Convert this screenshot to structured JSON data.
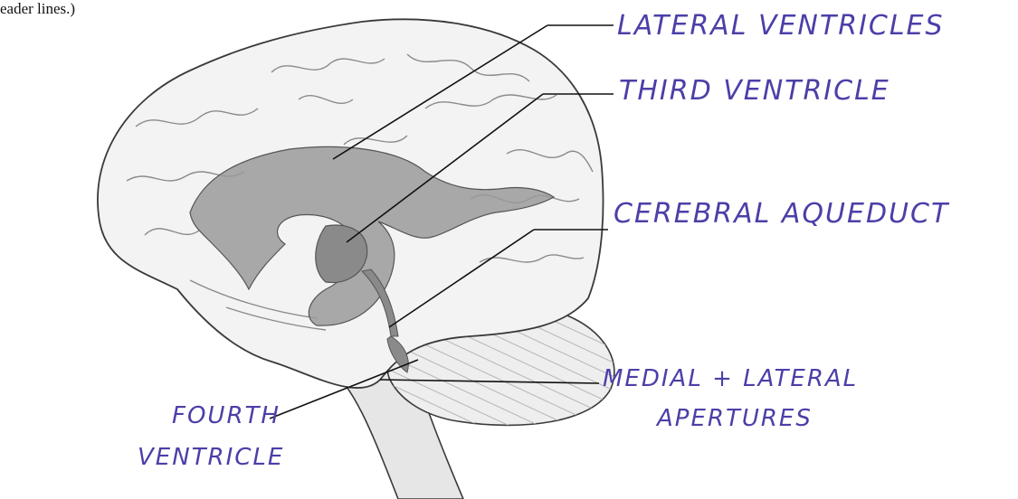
{
  "header": {
    "caption_fragment": "eader lines.)"
  },
  "labels": {
    "lateral_ventricles": "LATERAL VENTRICLES",
    "third_ventricle": "THIRD VENTRICLE",
    "cerebral_aqueduct": "CEREBRAL AQUEDUCT",
    "medial_lateral_line1": "MEDIAL + LATERAL",
    "medial_lateral_line2": "APERTURES",
    "fourth_line1": "FOURTH",
    "fourth_line2": "VENTRICLE"
  },
  "colors": {
    "handwriting": "#4b3fa8",
    "brain_fill": "#f3f3f3",
    "ventricle_fill": "#9a9a9a",
    "outline": "#3a3a3a"
  }
}
